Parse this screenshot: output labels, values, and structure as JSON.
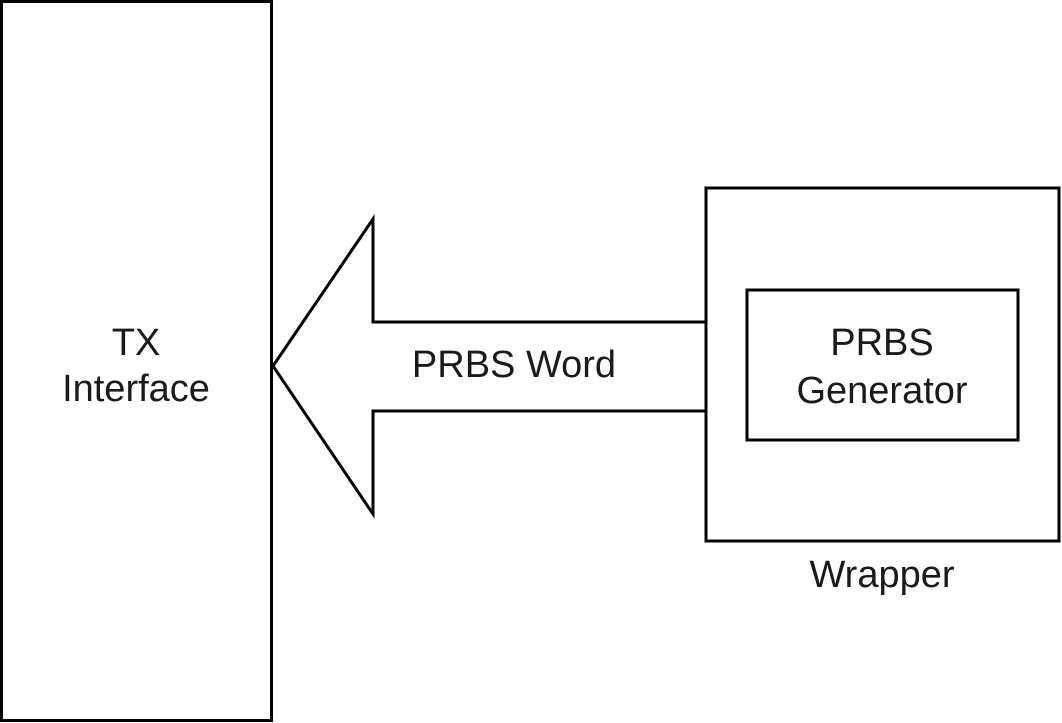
{
  "nodes": {
    "tx_interface": {
      "lines": [
        "TX",
        "Interface"
      ]
    },
    "prbs_generator": {
      "lines": [
        "PRBS",
        "Generator"
      ]
    },
    "wrapper": {
      "label": "Wrapper"
    }
  },
  "edges": {
    "prbs_word": {
      "label": "PRBS Word",
      "from": "prbs_generator",
      "to": "tx_interface"
    }
  },
  "colors": {
    "stroke": "#000000",
    "fill": "#ffffff",
    "text": "#1a1a1a"
  }
}
